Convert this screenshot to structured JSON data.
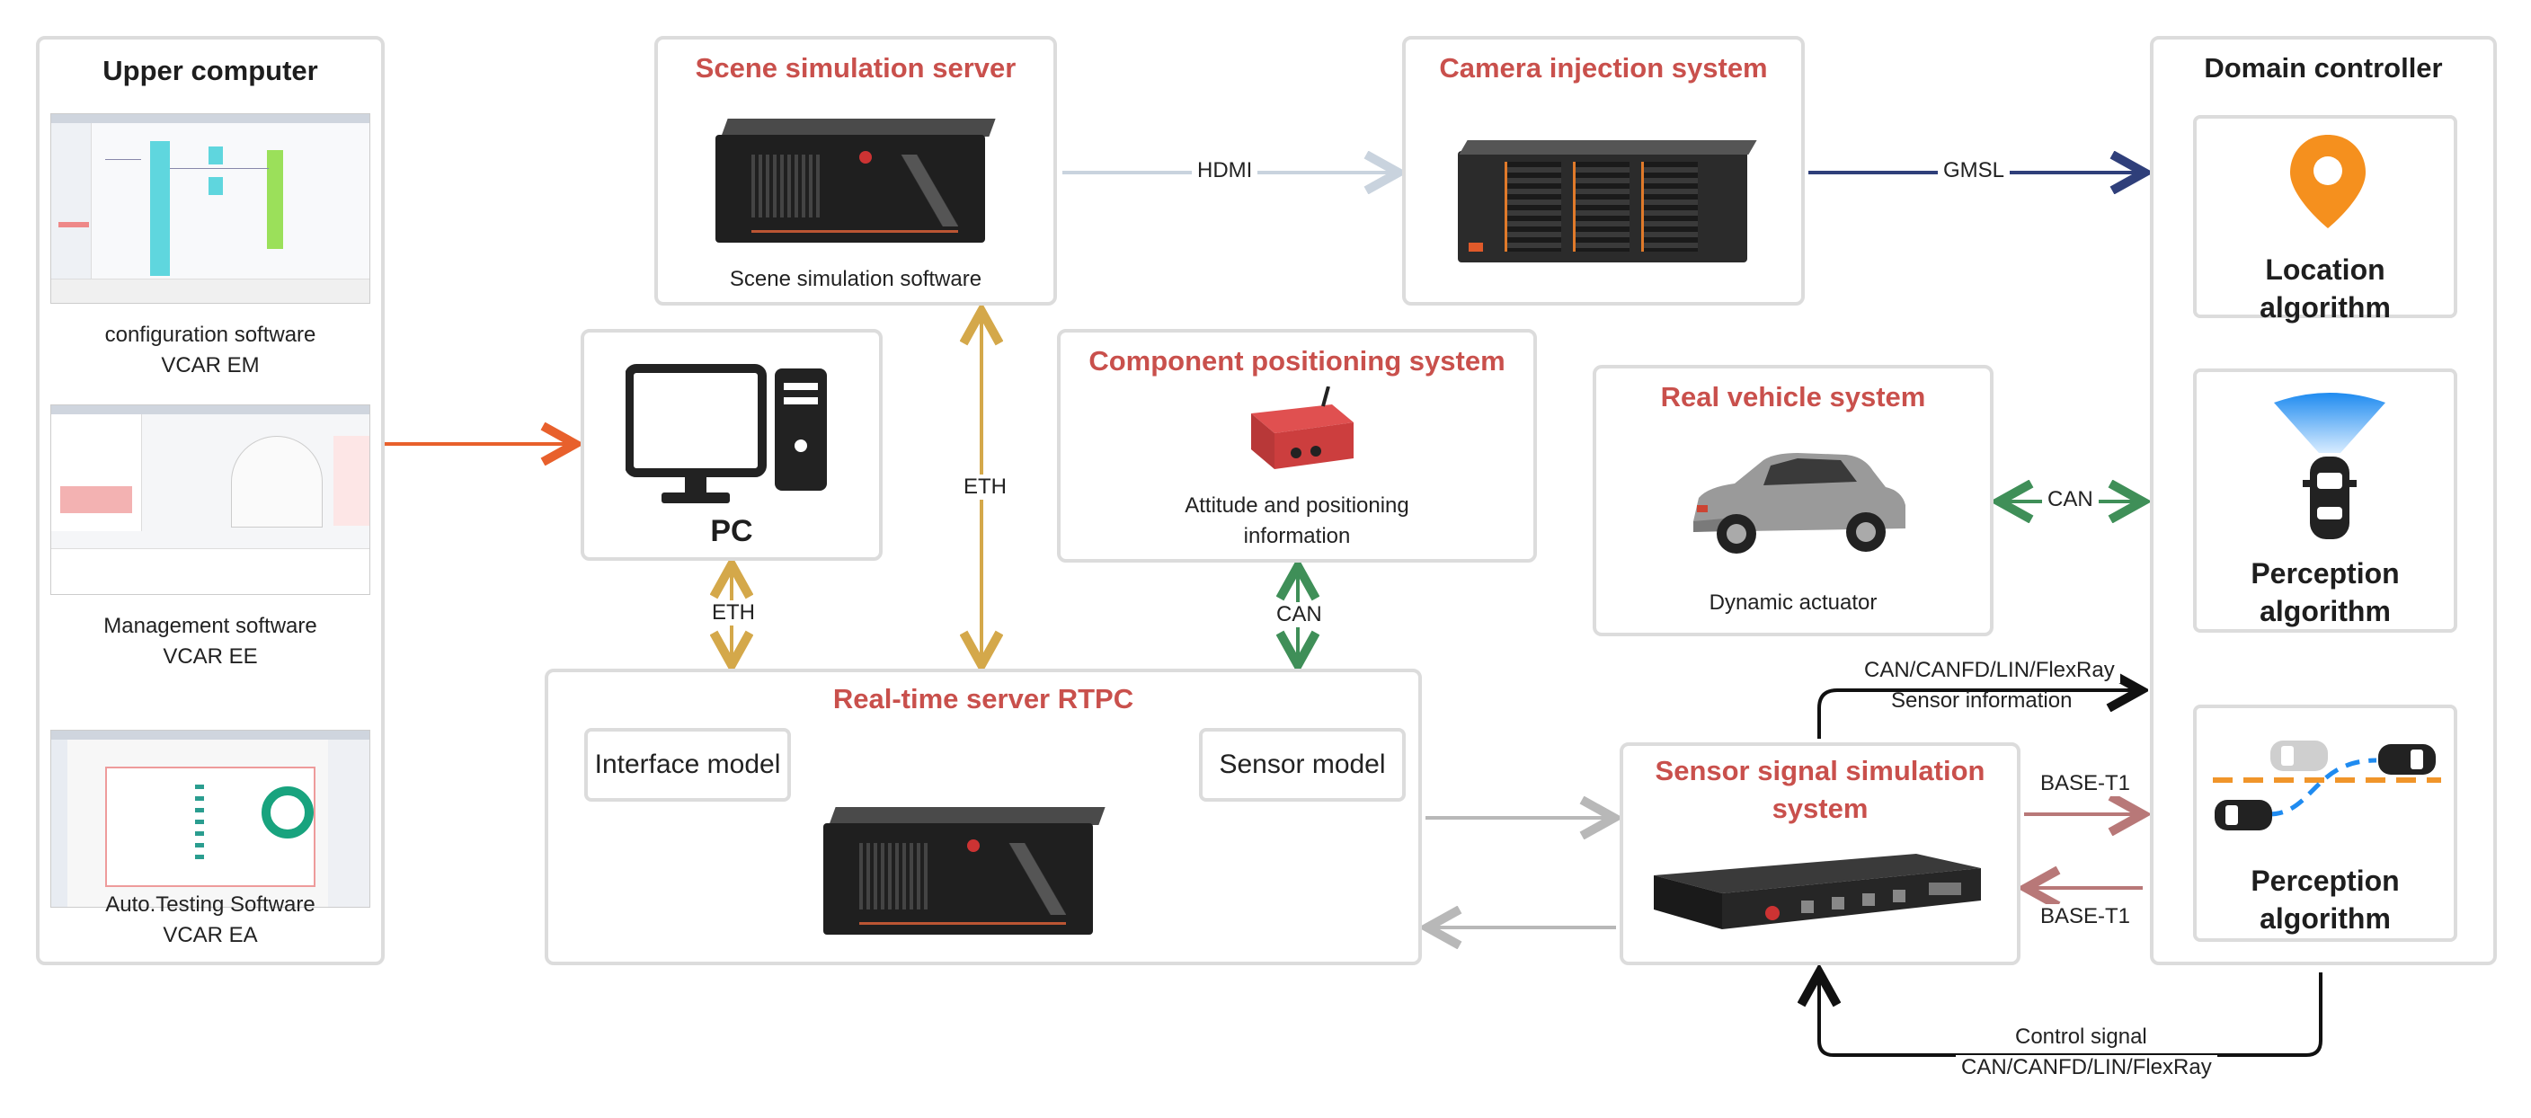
{
  "upper_computer": {
    "title": "Upper computer software",
    "items": [
      {
        "line1": "configuration software",
        "line2": "VCAR EM"
      },
      {
        "line1": "Management software",
        "line2": "VCAR EE"
      },
      {
        "line1": "Auto.Testing Software",
        "line2": "VCAR EA"
      }
    ]
  },
  "scene_server": {
    "title": "Scene simulation server",
    "caption": "Scene simulation software"
  },
  "camera_injection": {
    "title": "Camera injection system"
  },
  "domain_controller": {
    "title": "Domain controller",
    "modules": [
      {
        "line1": "Location",
        "line2": "algorithm"
      },
      {
        "line1": "Perception",
        "line2": "algorithm"
      },
      {
        "line1": "Perception",
        "line2": "algorithm"
      }
    ]
  },
  "pc": {
    "label": "PC"
  },
  "component_positioning": {
    "title": "Component positioning system",
    "caption_line1": "Attitude and positioning",
    "caption_line2": "information"
  },
  "real_vehicle": {
    "title": "Real vehicle system",
    "caption": "Dynamic actuator"
  },
  "rtpc": {
    "title": "Real-time server RTPC",
    "interface_model": "Interface model",
    "sensor_model": "Sensor model"
  },
  "sensor_sim": {
    "title_line1": "Sensor signal simulation",
    "title_line2": "system"
  },
  "connections": {
    "hdmi": "HDMI",
    "gmsl": "GMSL",
    "eth_scene": "ETH",
    "eth_pc": "ETH",
    "can_component": "CAN",
    "can_vehicle": "CAN",
    "bus_top_line1": "CAN/CANFD/LIN/FlexRay",
    "bus_top_line2": "Sensor information",
    "base_t1_out": "BASE-T1",
    "base_t1_in": "BASE-T1",
    "control_line1": "Control signal",
    "control_line2": "CAN/CANFD/LIN/FlexRay"
  },
  "colors": {
    "title_red": "#c9504c",
    "orange_arrow": "#e8602c",
    "gold_arrow": "#d4a84a",
    "green_arrow": "#3f8f58",
    "navy_arrow": "#2f3f7a",
    "light_arrow": "#c9d3de",
    "gray_arrow": "#b8b8b8",
    "rose_arrow": "#b87878",
    "location_pin": "#f5901e",
    "perception_beam": "#1f8bf0"
  }
}
